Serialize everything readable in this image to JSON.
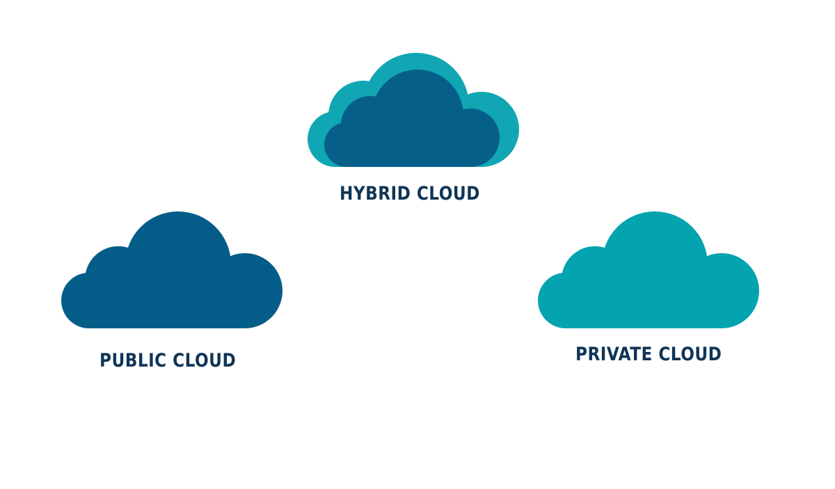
{
  "colors": {
    "dark_blue": "#045d88",
    "teal": "#04a3b0",
    "hybrid_outer": "#11a6b4",
    "hybrid_inner": "#055f89",
    "label_text": "#0f3556",
    "background": "#ffffff"
  },
  "clouds": [
    {
      "id": "hybrid",
      "label": "HYBRID CLOUD",
      "icon": "cloud-icon-dual-tone"
    },
    {
      "id": "public",
      "label": "PUBLIC CLOUD",
      "icon": "cloud-icon-dark-blue"
    },
    {
      "id": "private",
      "label": "PRIVATE CLOUD",
      "icon": "cloud-icon-teal"
    }
  ]
}
